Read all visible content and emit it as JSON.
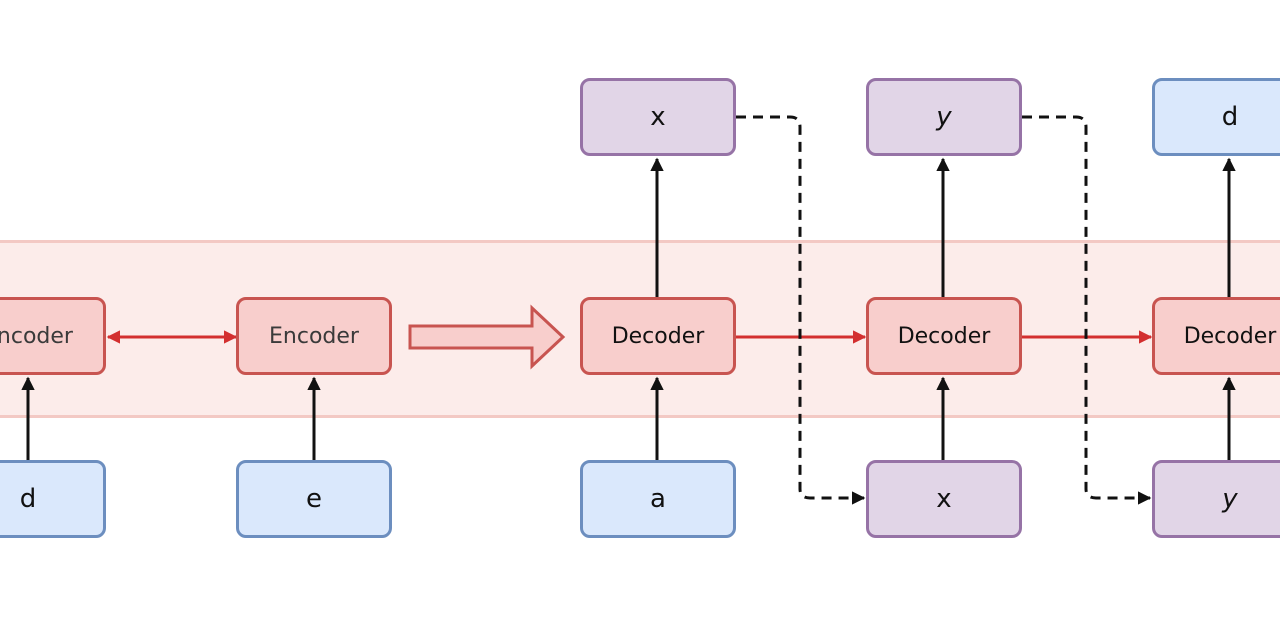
{
  "encoders": [
    {
      "label": "Encoder",
      "input": "d"
    },
    {
      "label": "Encoder",
      "input": "e"
    }
  ],
  "decoders": [
    {
      "label": "Decoder",
      "input": "a",
      "output": "x"
    },
    {
      "label": "Decoder",
      "input": "x",
      "output": "y"
    },
    {
      "label": "Decoder",
      "input": "y",
      "output": "d"
    }
  ],
  "colors": {
    "input_fill": "#dae8fc",
    "input_border": "#6c8ebf",
    "token_fill": "#e1d5e7",
    "token_border": "#9673a6",
    "block_fill": "#f8cecc",
    "block_border": "#c85450",
    "band_fill": "#fcecea",
    "link_red": "#d32f2f"
  }
}
